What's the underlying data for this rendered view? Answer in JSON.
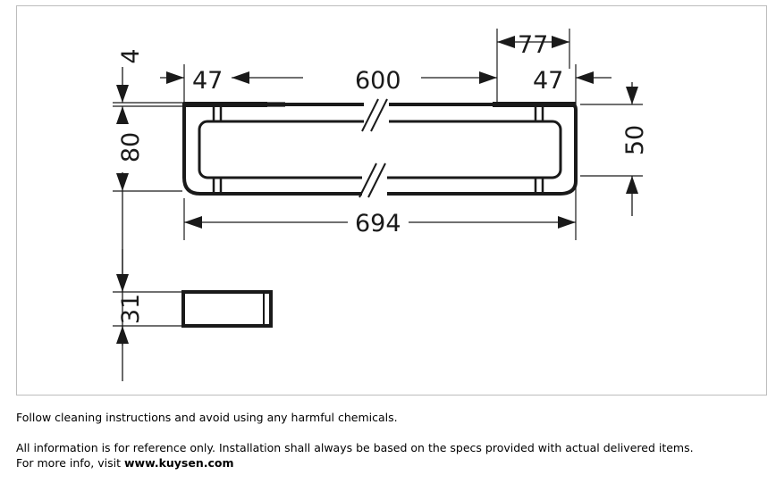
{
  "drawing": {
    "dimensions": {
      "top_gap": "4",
      "end_left": "47",
      "length_between": "600",
      "end_right": "47",
      "end_right_total": "77",
      "depth": "80",
      "height_right": "50",
      "overall_length": "694",
      "profile_height": "31"
    },
    "colors": {
      "line": "#1a1a1a",
      "frame": "#bdbdbd"
    }
  },
  "notes": {
    "line1": "Follow cleaning instructions and avoid using any harmful chemicals.",
    "line2": "All information is for reference only. Installation shall always be based on the specs provided with actual delivered items.",
    "line3_prefix": "For more info, visit ",
    "line3_link": "www.kuysen.com"
  }
}
